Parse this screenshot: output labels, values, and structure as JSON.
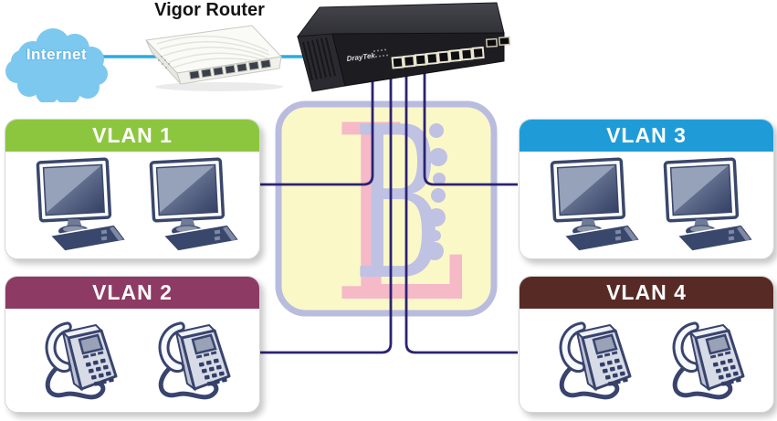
{
  "diagram": {
    "internet": {
      "label": "Internet"
    },
    "router": {
      "label": "Vigor Router"
    },
    "switch": {
      "brand": "DrayTek"
    },
    "vlans": [
      {
        "label": "VLAN 1",
        "header_color": "#8CC63E",
        "devices": "computers",
        "device_count": 2,
        "position": "top-left"
      },
      {
        "label": "VLAN 2",
        "header_color": "#8D3A64",
        "devices": "ip-phones",
        "device_count": 2,
        "position": "bottom-left"
      },
      {
        "label": "VLAN 3",
        "header_color": "#1F9CD8",
        "devices": "computers",
        "device_count": 2,
        "position": "top-right"
      },
      {
        "label": "VLAN 4",
        "header_color": "#582A26",
        "devices": "ip-phones",
        "device_count": 2,
        "position": "bottom-right"
      }
    ],
    "links": {
      "internet_to_switch_color": "#29ABE2",
      "switch_to_vlan_color": "#2B2371"
    },
    "watermark": {
      "letter_b": "B",
      "letter_l": "L",
      "background_color": "#FBF8C8",
      "border_color": "#B9BCDF",
      "letter_b_color": "#BFC2E3",
      "letter_l_color": "#F5B9C8"
    }
  }
}
